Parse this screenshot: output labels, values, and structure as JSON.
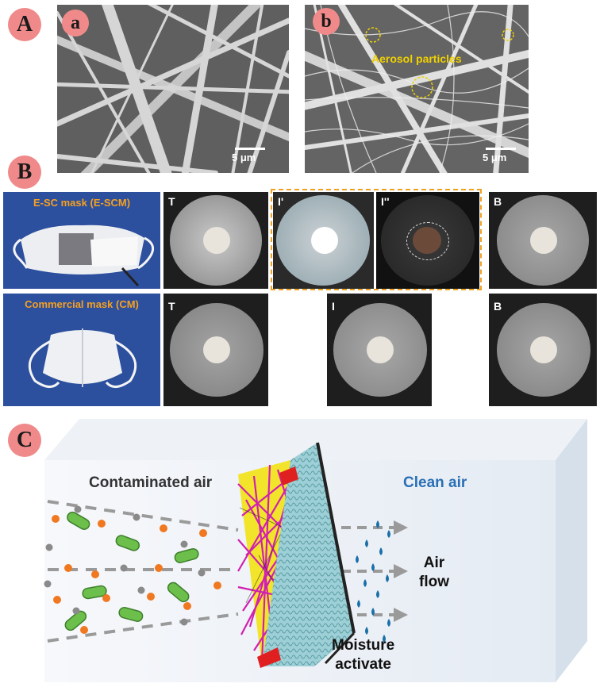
{
  "panel_labels": {
    "A": "A",
    "B": "B",
    "C": "C"
  },
  "sub_labels": {
    "a": "a",
    "b": "b"
  },
  "sem": {
    "scale_a": "5 μm",
    "scale_b": "5 μm",
    "aerosol_label": "Aerosol particles"
  },
  "masks": {
    "escm": "E-SC mask (E-SCM)",
    "cm": "Commercial mask (CM)"
  },
  "dish_labels": {
    "t1": "T",
    "i1p": "I'",
    "i1pp": "I''",
    "b1": "B",
    "t2": "T",
    "i2": "I",
    "b2": "B"
  },
  "diagram": {
    "contaminated": "Contaminated air",
    "clean": "Clean air",
    "air_flow_1": "Air",
    "air_flow_2": "flow",
    "moisture_1": "Moisture",
    "moisture_2": "activate"
  },
  "colors": {
    "badge": "#f08a8a",
    "mask_label": "#f5a020",
    "clean_air": "#2a6fb5",
    "bacteria": "#6cbf4a",
    "particle_orange": "#f07820",
    "fiber_magenta": "#d020b0",
    "fiber_yellow": "#f0e020",
    "mesh": "#8ac4cc",
    "droplet": "#1a6fa8"
  }
}
